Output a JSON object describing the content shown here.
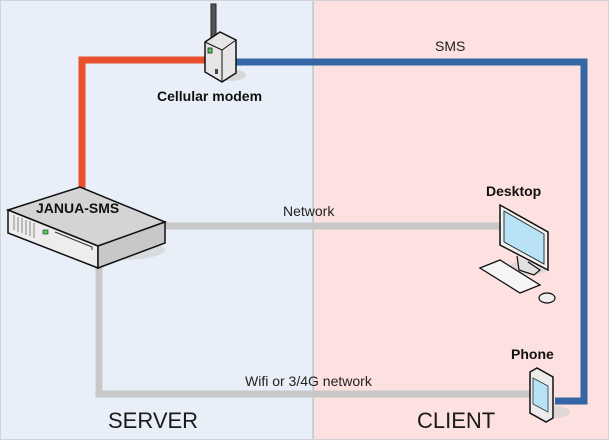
{
  "zones": {
    "server": {
      "label": "SERVER",
      "color": "#e9eff8"
    },
    "client": {
      "label": "CLIENT",
      "color": "#fde0e0"
    }
  },
  "nodes": {
    "server": {
      "label": "JANUA-SMS",
      "icon": "server-icon"
    },
    "modem": {
      "label": "Cellular modem",
      "icon": "cellular-modem-icon"
    },
    "desktop": {
      "label": "Desktop",
      "icon": "desktop-computer-icon"
    },
    "phone": {
      "label": "Phone",
      "icon": "smartphone-icon"
    }
  },
  "edges": {
    "server_modem": {
      "label": "",
      "color": "#e8502e"
    },
    "modem_phone": {
      "label": "SMS",
      "color": "#3465a4"
    },
    "server_desktop": {
      "label": "Network",
      "color": "#c8c8c8"
    },
    "server_phone": {
      "label": "Wifi or 3/4G network",
      "color": "#c8c8c8"
    }
  }
}
